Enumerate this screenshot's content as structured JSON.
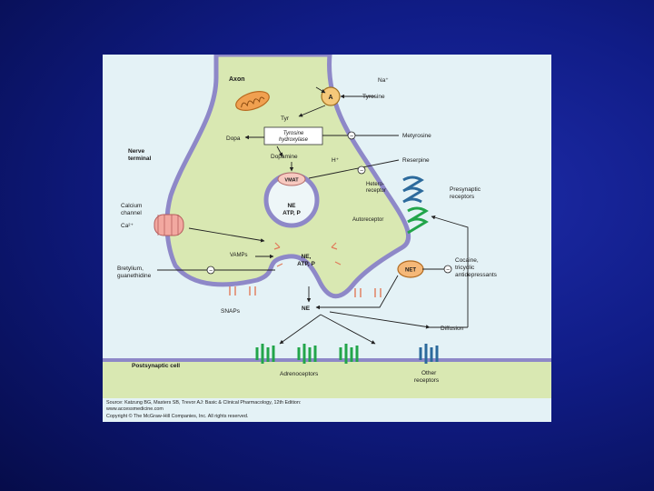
{
  "colors": {
    "background": "#101c86",
    "figure_bg": "#e4f2f6",
    "cell_fill": "#d9e8b2",
    "membrane": "#8e88c8",
    "receptor_green": "#22a54a",
    "receptor_blue": "#2c6a9c",
    "mitochondrion": "#f0a050",
    "enzyme_orange": "#f5b878"
  },
  "diagram": {
    "labels": {
      "axon": "Axon",
      "na_plus": "Na⁺",
      "transporter_a": "A",
      "tyrosine": "Tyrosine",
      "tyr": "Tyr",
      "enzyme_line1": "Tyrosine",
      "enzyme_line2": "hydroxylase",
      "metyrosine": "Metyrosine",
      "dopa": "Dopa",
      "nerve_terminal_1": "Nerve",
      "nerve_terminal_2": "terminal",
      "h_plus": "H⁺",
      "dopamine": "Dopamine",
      "reserpine": "Reserpine",
      "vmat": "VMAT",
      "vesicle_line1": "NE",
      "vesicle_line2": "ATP, P",
      "hetero_1": "Hetero-",
      "hetero_2": "receptor",
      "presynaptic_1": "Presynaptic",
      "presynaptic_2": "receptors",
      "calcium_1": "Calcium",
      "calcium_2": "channel",
      "ca2_plus": "Ca²⁺",
      "autoreceptor": "Autoreceptor",
      "vamps": "VAMPs",
      "fused_line1": "NE,",
      "fused_line2": "ATP, P",
      "net": "NET",
      "cocaine_1": "Cocaine,",
      "cocaine_2": "tricyclic",
      "cocaine_3": "antidepressants",
      "bretylium_1": "Bretylium,",
      "bretylium_2": "guanethidine",
      "snaps": "SNAPs",
      "ne_cleft": "NE",
      "diffusion": "Diffusion",
      "postsynaptic_cell": "Postsynaptic cell",
      "adrenoceptors": "Adrenoceptors",
      "other_1": "Other",
      "other_2": "receptors",
      "minus": "−"
    },
    "source": {
      "line1": "Source: Katzung BG, Masters SB, Trevor AJ: Basic & Clinical Pharmacology, 12th Edition:",
      "line2": "www.accessmedicine.com",
      "line3": "Copyright © The McGraw-Hill Companies, Inc. All rights reserved."
    }
  }
}
